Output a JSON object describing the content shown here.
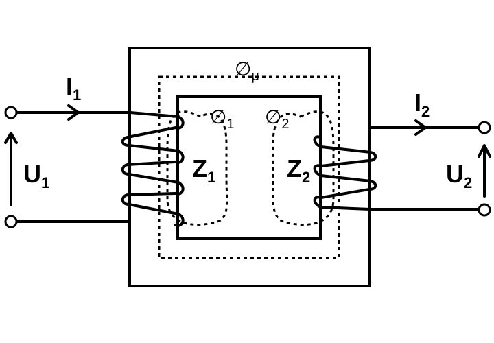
{
  "labels": {
    "i1": {
      "main": "I",
      "sub": "1"
    },
    "i2": {
      "main": "I",
      "sub": "2"
    },
    "u1": {
      "main": "U",
      "sub": "1"
    },
    "u2": {
      "main": "U",
      "sub": "2"
    },
    "z1": {
      "main": "Z",
      "sub": "1"
    },
    "z2": {
      "main": "Z",
      "sub": "2"
    },
    "phi_mu": {
      "main": "∅",
      "sub": "μ"
    },
    "phi1": {
      "main": "∅",
      "sub": "1"
    },
    "phi2": {
      "main": "∅",
      "sub": "2"
    }
  }
}
